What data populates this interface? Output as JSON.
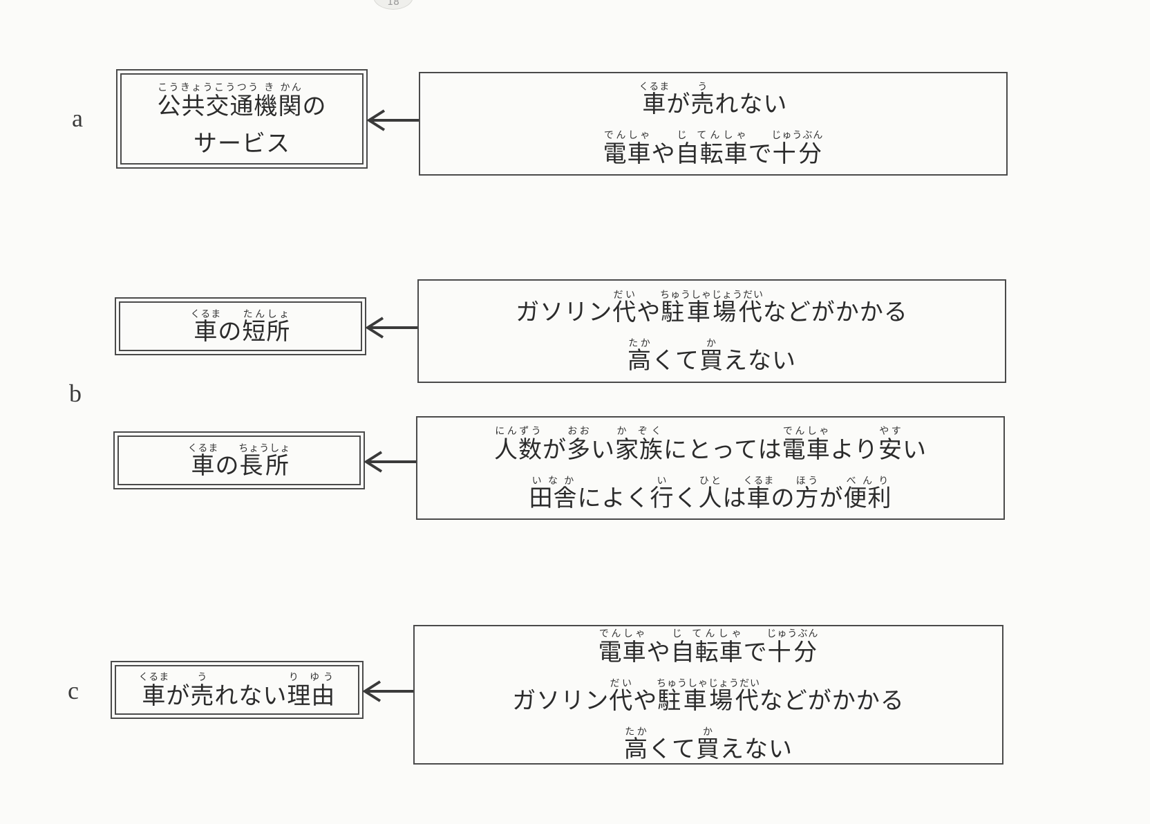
{
  "page_number": "18",
  "sections": [
    {
      "letter": "a",
      "label": [
        [
          [
            "公共交通機関",
            "こうきょうこうつう き かん"
          ],
          [
            "の",
            ""
          ]
        ],
        [
          [
            "サービス",
            ""
          ]
        ]
      ],
      "content": [
        [
          [
            "車",
            "くるま"
          ],
          [
            "が",
            ""
          ],
          [
            "売",
            "う"
          ],
          [
            "れない",
            ""
          ]
        ],
        [
          [
            "電車",
            "でんしゃ"
          ],
          [
            "や",
            ""
          ],
          [
            "自転車",
            "じ てんしゃ"
          ],
          [
            "で",
            ""
          ],
          [
            "十分",
            "じゅうぶん"
          ]
        ]
      ]
    },
    {
      "letter": "b",
      "label": [
        [
          [
            "車",
            "くるま"
          ],
          [
            "の",
            ""
          ],
          [
            "短所",
            "たんしょ"
          ]
        ]
      ],
      "content": [
        [
          [
            "ガソリン",
            ""
          ],
          [
            "代",
            "だい"
          ],
          [
            "や",
            ""
          ],
          [
            "駐車場代",
            "ちゅうしゃじょうだい"
          ],
          [
            "などがかかる",
            ""
          ]
        ],
        [
          [
            "高",
            "たか"
          ],
          [
            "くて",
            ""
          ],
          [
            "買",
            "か"
          ],
          [
            "えない",
            ""
          ]
        ]
      ]
    },
    {
      "letter": "",
      "label": [
        [
          [
            "車",
            "くるま"
          ],
          [
            "の",
            ""
          ],
          [
            "長所",
            "ちょうしょ"
          ]
        ]
      ],
      "content": [
        [
          [
            "人数",
            "にんずう"
          ],
          [
            "が",
            ""
          ],
          [
            "多",
            "おお"
          ],
          [
            "い",
            ""
          ],
          [
            "家族",
            "か ぞく"
          ],
          [
            "にとっては",
            ""
          ],
          [
            "電車",
            "でんしゃ"
          ],
          [
            "より",
            ""
          ],
          [
            "安",
            "やす"
          ],
          [
            "い",
            ""
          ]
        ],
        [
          [
            "田舎",
            "いなか"
          ],
          [
            "によく",
            ""
          ],
          [
            "行",
            "い"
          ],
          [
            "く",
            ""
          ],
          [
            "人",
            "ひと"
          ],
          [
            "は",
            ""
          ],
          [
            "車",
            "くるま"
          ],
          [
            "の",
            ""
          ],
          [
            "方",
            "ほう"
          ],
          [
            "が",
            ""
          ],
          [
            "便利",
            "べんり"
          ]
        ]
      ]
    },
    {
      "letter": "c",
      "label": [
        [
          [
            "車",
            "くるま"
          ],
          [
            "が",
            ""
          ],
          [
            "売",
            "う"
          ],
          [
            "れない",
            ""
          ],
          [
            "理由",
            "り ゆう"
          ]
        ]
      ],
      "content": [
        [
          [
            "電車",
            "でんしゃ"
          ],
          [
            "や",
            ""
          ],
          [
            "自転車",
            "じ てんしゃ"
          ],
          [
            "で",
            ""
          ],
          [
            "十分",
            "じゅうぶん"
          ]
        ],
        [
          [
            "ガソリン",
            ""
          ],
          [
            "代",
            "だい"
          ],
          [
            "や",
            ""
          ],
          [
            "駐車場代",
            "ちゅうしゃじょうだい"
          ],
          [
            "などがかかる",
            ""
          ]
        ],
        [
          [
            "高",
            "たか"
          ],
          [
            "くて",
            ""
          ],
          [
            "買",
            "か"
          ],
          [
            "えない",
            ""
          ]
        ]
      ]
    }
  ]
}
